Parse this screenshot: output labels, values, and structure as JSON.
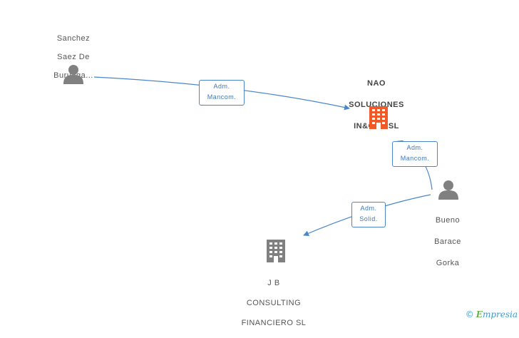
{
  "nodes": {
    "sanchez": {
      "lines": [
        "Sanchez",
        "Saez De",
        "Buruaga..."
      ]
    },
    "nao": {
      "lines": [
        "NAO",
        "SOLUCIONES",
        "IN&OUT  SL"
      ]
    },
    "bueno": {
      "lines": [
        "Bueno",
        "Barace",
        "Gorka"
      ]
    },
    "jb": {
      "lines": [
        "J B",
        "CONSULTING",
        "FINANCIERO SL"
      ]
    }
  },
  "edges": {
    "sanchez_nao": {
      "line1": "Adm.",
      "line2": "Mancom."
    },
    "bueno_nao": {
      "line1": "Adm.",
      "line2": "Mancom."
    },
    "bueno_jb": {
      "line1": "Adm.",
      "line2": "Solid."
    }
  },
  "brand": {
    "copyright": "©",
    "e": "E",
    "rest": "mpresia"
  },
  "colors": {
    "edge": "#4a86c8",
    "person": "#808080",
    "company_main": "#f05a28",
    "company_other": "#808080"
  }
}
